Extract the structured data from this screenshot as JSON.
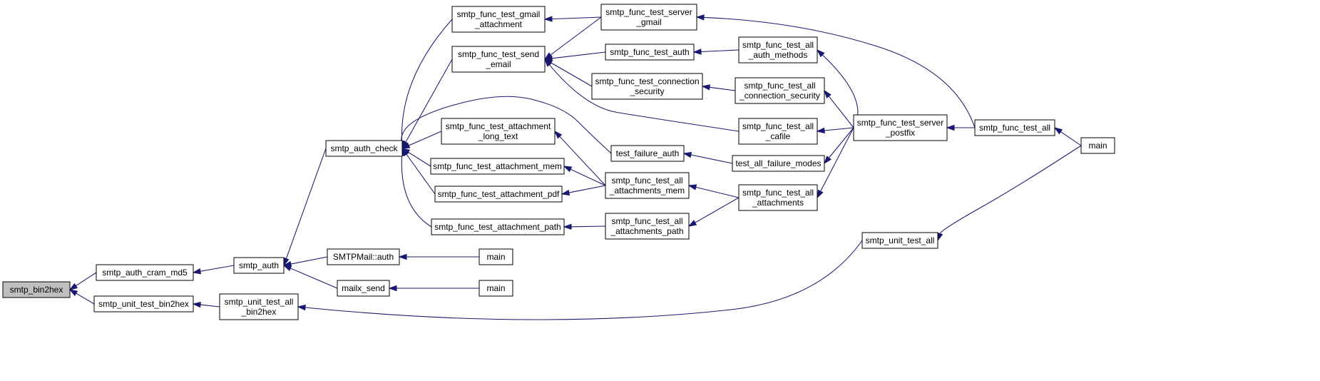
{
  "colors": {
    "edge": "#191970",
    "root_fill": "#bfbfbf",
    "node_fill": "#ffffff"
  },
  "nodes": [
    {
      "id": "bin2hex",
      "lines": [
        "smtp_bin2hex"
      ],
      "root": true
    },
    {
      "id": "cram_md5",
      "lines": [
        "smtp_auth_cram_md5"
      ]
    },
    {
      "id": "unit_bin2hex",
      "lines": [
        "smtp_unit_test_bin2hex"
      ]
    },
    {
      "id": "smtp_auth",
      "lines": [
        "smtp_auth"
      ]
    },
    {
      "id": "unit_all_bin2hex",
      "lines": [
        "smtp_unit_test_all",
        "_bin2hex"
      ]
    },
    {
      "id": "auth_check",
      "lines": [
        "smtp_auth_check"
      ]
    },
    {
      "id": "smtpmail_auth",
      "lines": [
        "SMTPMail::auth"
      ]
    },
    {
      "id": "mailx_send",
      "lines": [
        "mailx_send"
      ]
    },
    {
      "id": "main_a",
      "lines": [
        "main"
      ]
    },
    {
      "id": "main_b",
      "lines": [
        "main"
      ]
    },
    {
      "id": "gmail_attach",
      "lines": [
        "smtp_func_test_gmail",
        "_attachment"
      ]
    },
    {
      "id": "send_email",
      "lines": [
        "smtp_func_test_send",
        "_email"
      ]
    },
    {
      "id": "attach_long",
      "lines": [
        "smtp_func_test_attachment",
        "_long_text"
      ]
    },
    {
      "id": "attach_mem",
      "lines": [
        "smtp_func_test_attachment_mem"
      ]
    },
    {
      "id": "attach_pdf",
      "lines": [
        "smtp_func_test_attachment_pdf"
      ]
    },
    {
      "id": "attach_path",
      "lines": [
        "smtp_func_test_attachment_path"
      ]
    },
    {
      "id": "server_gmail",
      "lines": [
        "smtp_func_test_server",
        "_gmail"
      ]
    },
    {
      "id": "test_auth",
      "lines": [
        "smtp_func_test_auth"
      ]
    },
    {
      "id": "conn_sec",
      "lines": [
        "smtp_func_test_connection",
        "_security"
      ]
    },
    {
      "id": "failure_auth",
      "lines": [
        "test_failure_auth"
      ]
    },
    {
      "id": "all_attach_mem",
      "lines": [
        "smtp_func_test_all",
        "_attachments_mem"
      ]
    },
    {
      "id": "all_attach_path",
      "lines": [
        "smtp_func_test_all",
        "_attachments_path"
      ]
    },
    {
      "id": "all_auth_methods",
      "lines": [
        "smtp_func_test_all",
        "_auth_methods"
      ]
    },
    {
      "id": "all_conn_sec",
      "lines": [
        "smtp_func_test_all",
        "_connection_security"
      ]
    },
    {
      "id": "all_cafile",
      "lines": [
        "smtp_func_test_all",
        "_cafile"
      ]
    },
    {
      "id": "all_failure_modes",
      "lines": [
        "test_all_failure_modes"
      ]
    },
    {
      "id": "all_attachments",
      "lines": [
        "smtp_func_test_all",
        "_attachments"
      ]
    },
    {
      "id": "unit_test_all",
      "lines": [
        "smtp_unit_test_all"
      ]
    },
    {
      "id": "server_postfix",
      "lines": [
        "smtp_func_test_server",
        "_postfix"
      ]
    },
    {
      "id": "func_test_all",
      "lines": [
        "smtp_func_test_all"
      ]
    },
    {
      "id": "main_c",
      "lines": [
        "main"
      ]
    }
  ],
  "edges": [
    {
      "from": "cram_md5",
      "to": "bin2hex"
    },
    {
      "from": "unit_bin2hex",
      "to": "bin2hex"
    },
    {
      "from": "smtp_auth",
      "to": "cram_md5"
    },
    {
      "from": "unit_all_bin2hex",
      "to": "unit_bin2hex"
    },
    {
      "from": "auth_check",
      "to": "smtp_auth"
    },
    {
      "from": "smtpmail_auth",
      "to": "smtp_auth"
    },
    {
      "from": "mailx_send",
      "to": "smtp_auth"
    },
    {
      "from": "main_a",
      "to": "smtpmail_auth"
    },
    {
      "from": "main_b",
      "to": "mailx_send"
    },
    {
      "from": "gmail_attach",
      "to": "auth_check"
    },
    {
      "from": "send_email",
      "to": "auth_check"
    },
    {
      "from": "failure_auth",
      "to": "auth_check"
    },
    {
      "from": "attach_long",
      "to": "auth_check"
    },
    {
      "from": "attach_mem",
      "to": "auth_check"
    },
    {
      "from": "attach_pdf",
      "to": "auth_check"
    },
    {
      "from": "attach_path",
      "to": "auth_check"
    },
    {
      "from": "server_gmail",
      "to": "gmail_attach"
    },
    {
      "from": "server_gmail",
      "to": "send_email"
    },
    {
      "from": "test_auth",
      "to": "send_email"
    },
    {
      "from": "conn_sec",
      "to": "send_email"
    },
    {
      "from": "all_cafile",
      "to": "send_email"
    },
    {
      "from": "all_auth_methods",
      "to": "test_auth"
    },
    {
      "from": "all_conn_sec",
      "to": "conn_sec"
    },
    {
      "from": "all_failure_modes",
      "to": "failure_auth"
    },
    {
      "from": "all_attach_mem",
      "to": "attach_long"
    },
    {
      "from": "all_attach_mem",
      "to": "attach_mem"
    },
    {
      "from": "all_attach_mem",
      "to": "attach_pdf"
    },
    {
      "from": "all_attach_path",
      "to": "attach_path"
    },
    {
      "from": "all_attachments",
      "to": "all_attach_mem"
    },
    {
      "from": "all_attachments",
      "to": "all_attach_path"
    },
    {
      "from": "server_postfix",
      "to": "all_auth_methods"
    },
    {
      "from": "server_postfix",
      "to": "all_conn_sec"
    },
    {
      "from": "server_postfix",
      "to": "all_cafile"
    },
    {
      "from": "server_postfix",
      "to": "all_failure_modes"
    },
    {
      "from": "server_postfix",
      "to": "all_attachments"
    },
    {
      "from": "func_test_all",
      "to": "server_gmail"
    },
    {
      "from": "func_test_all",
      "to": "server_postfix"
    },
    {
      "from": "main_c",
      "to": "func_test_all"
    },
    {
      "from": "main_c",
      "to": "unit_test_all"
    },
    {
      "from": "unit_test_all",
      "to": "unit_all_bin2hex"
    }
  ]
}
